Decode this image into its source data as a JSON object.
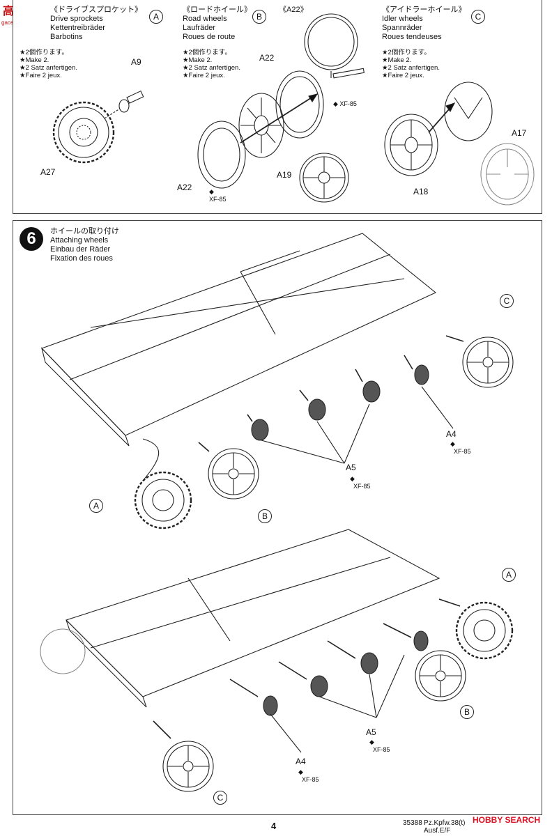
{
  "watermark_top": {
    "site": "高手",
    "url": "gaoshou.com"
  },
  "top_panel": {
    "drive_sprockets": {
      "badge": "A",
      "lines": [
        "《ドライブスプロケット》",
        "Drive sprockets",
        "Kettentreibräder",
        "Barbotins"
      ],
      "notes": [
        "★2個作ります。",
        "★Make 2.",
        "★2 Satz anfertigen.",
        "★Faire 2 jeux."
      ],
      "parts": [
        "A9",
        "A27"
      ]
    },
    "road_wheels": {
      "badge": "B",
      "lines": [
        "《ロードホイール》",
        "Road wheels",
        "Laufräder",
        "Roues de route"
      ],
      "notes": [
        "★2個作ります。",
        "★Make 2.",
        "★2 Satz anfertigen.",
        "★Faire 2 jeux."
      ],
      "parts": [
        "A22",
        "A22",
        "A19"
      ],
      "paint": [
        "XF-85",
        "XF-85"
      ]
    },
    "a22_detail": {
      "label": "《A22》"
    },
    "idler_wheels": {
      "badge": "C",
      "lines": [
        "《アイドラーホイール》",
        "Idler wheels",
        "Spannräder",
        "Roues tendeuses"
      ],
      "notes": [
        "★2個作ります。",
        "★Make 2.",
        "★2 Satz anfertigen.",
        "★Faire 2 jeux."
      ],
      "parts": [
        "A17",
        "A18"
      ]
    }
  },
  "step6": {
    "number": "6",
    "lines": [
      "ホイールの取り付け",
      "Attaching wheels",
      "Einbau der Räder",
      "Fixation des roues"
    ],
    "upper": {
      "badges": [
        "C",
        "A",
        "B"
      ],
      "parts": [
        "A4",
        "A5"
      ],
      "paint": [
        "XF-85",
        "XF-85"
      ]
    },
    "lower": {
      "badges": [
        "A",
        "B",
        "C"
      ],
      "parts": [
        "A5",
        "A4"
      ],
      "paint": [
        "XF-85",
        "XF-85"
      ]
    }
  },
  "footer": {
    "page": "4",
    "code": "35388",
    "title": "Pz.Kpfw.38(t) Ausf.E/F",
    "logo": "HOBBY SEARCH"
  }
}
